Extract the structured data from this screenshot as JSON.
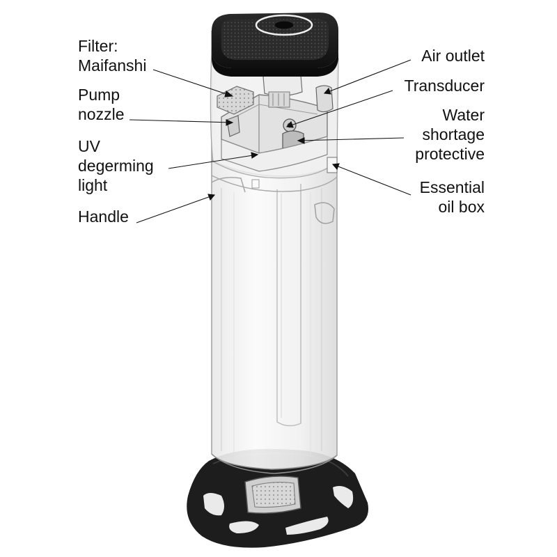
{
  "colors": {
    "ink": "#111111",
    "cap": "#1b1b1b",
    "body_stroke": "#9a9a9a",
    "body_fill": "#f6f6f6"
  },
  "labels": {
    "filter": {
      "line1": "Filter:",
      "line2": "Maifanshi"
    },
    "pump": {
      "line1": "Pump",
      "line2": "nozzle"
    },
    "uv": {
      "line1": "UV",
      "line2": "degerming",
      "line3": "light"
    },
    "handle": {
      "line1": "Handle"
    },
    "air_outlet": {
      "line1": "Air outlet"
    },
    "transducer": {
      "line1": "Transducer"
    },
    "water": {
      "line1": "Water",
      "line2": "shortage",
      "line3": "protective"
    },
    "oil": {
      "line1": "Essential",
      "line2": "oil box"
    }
  }
}
